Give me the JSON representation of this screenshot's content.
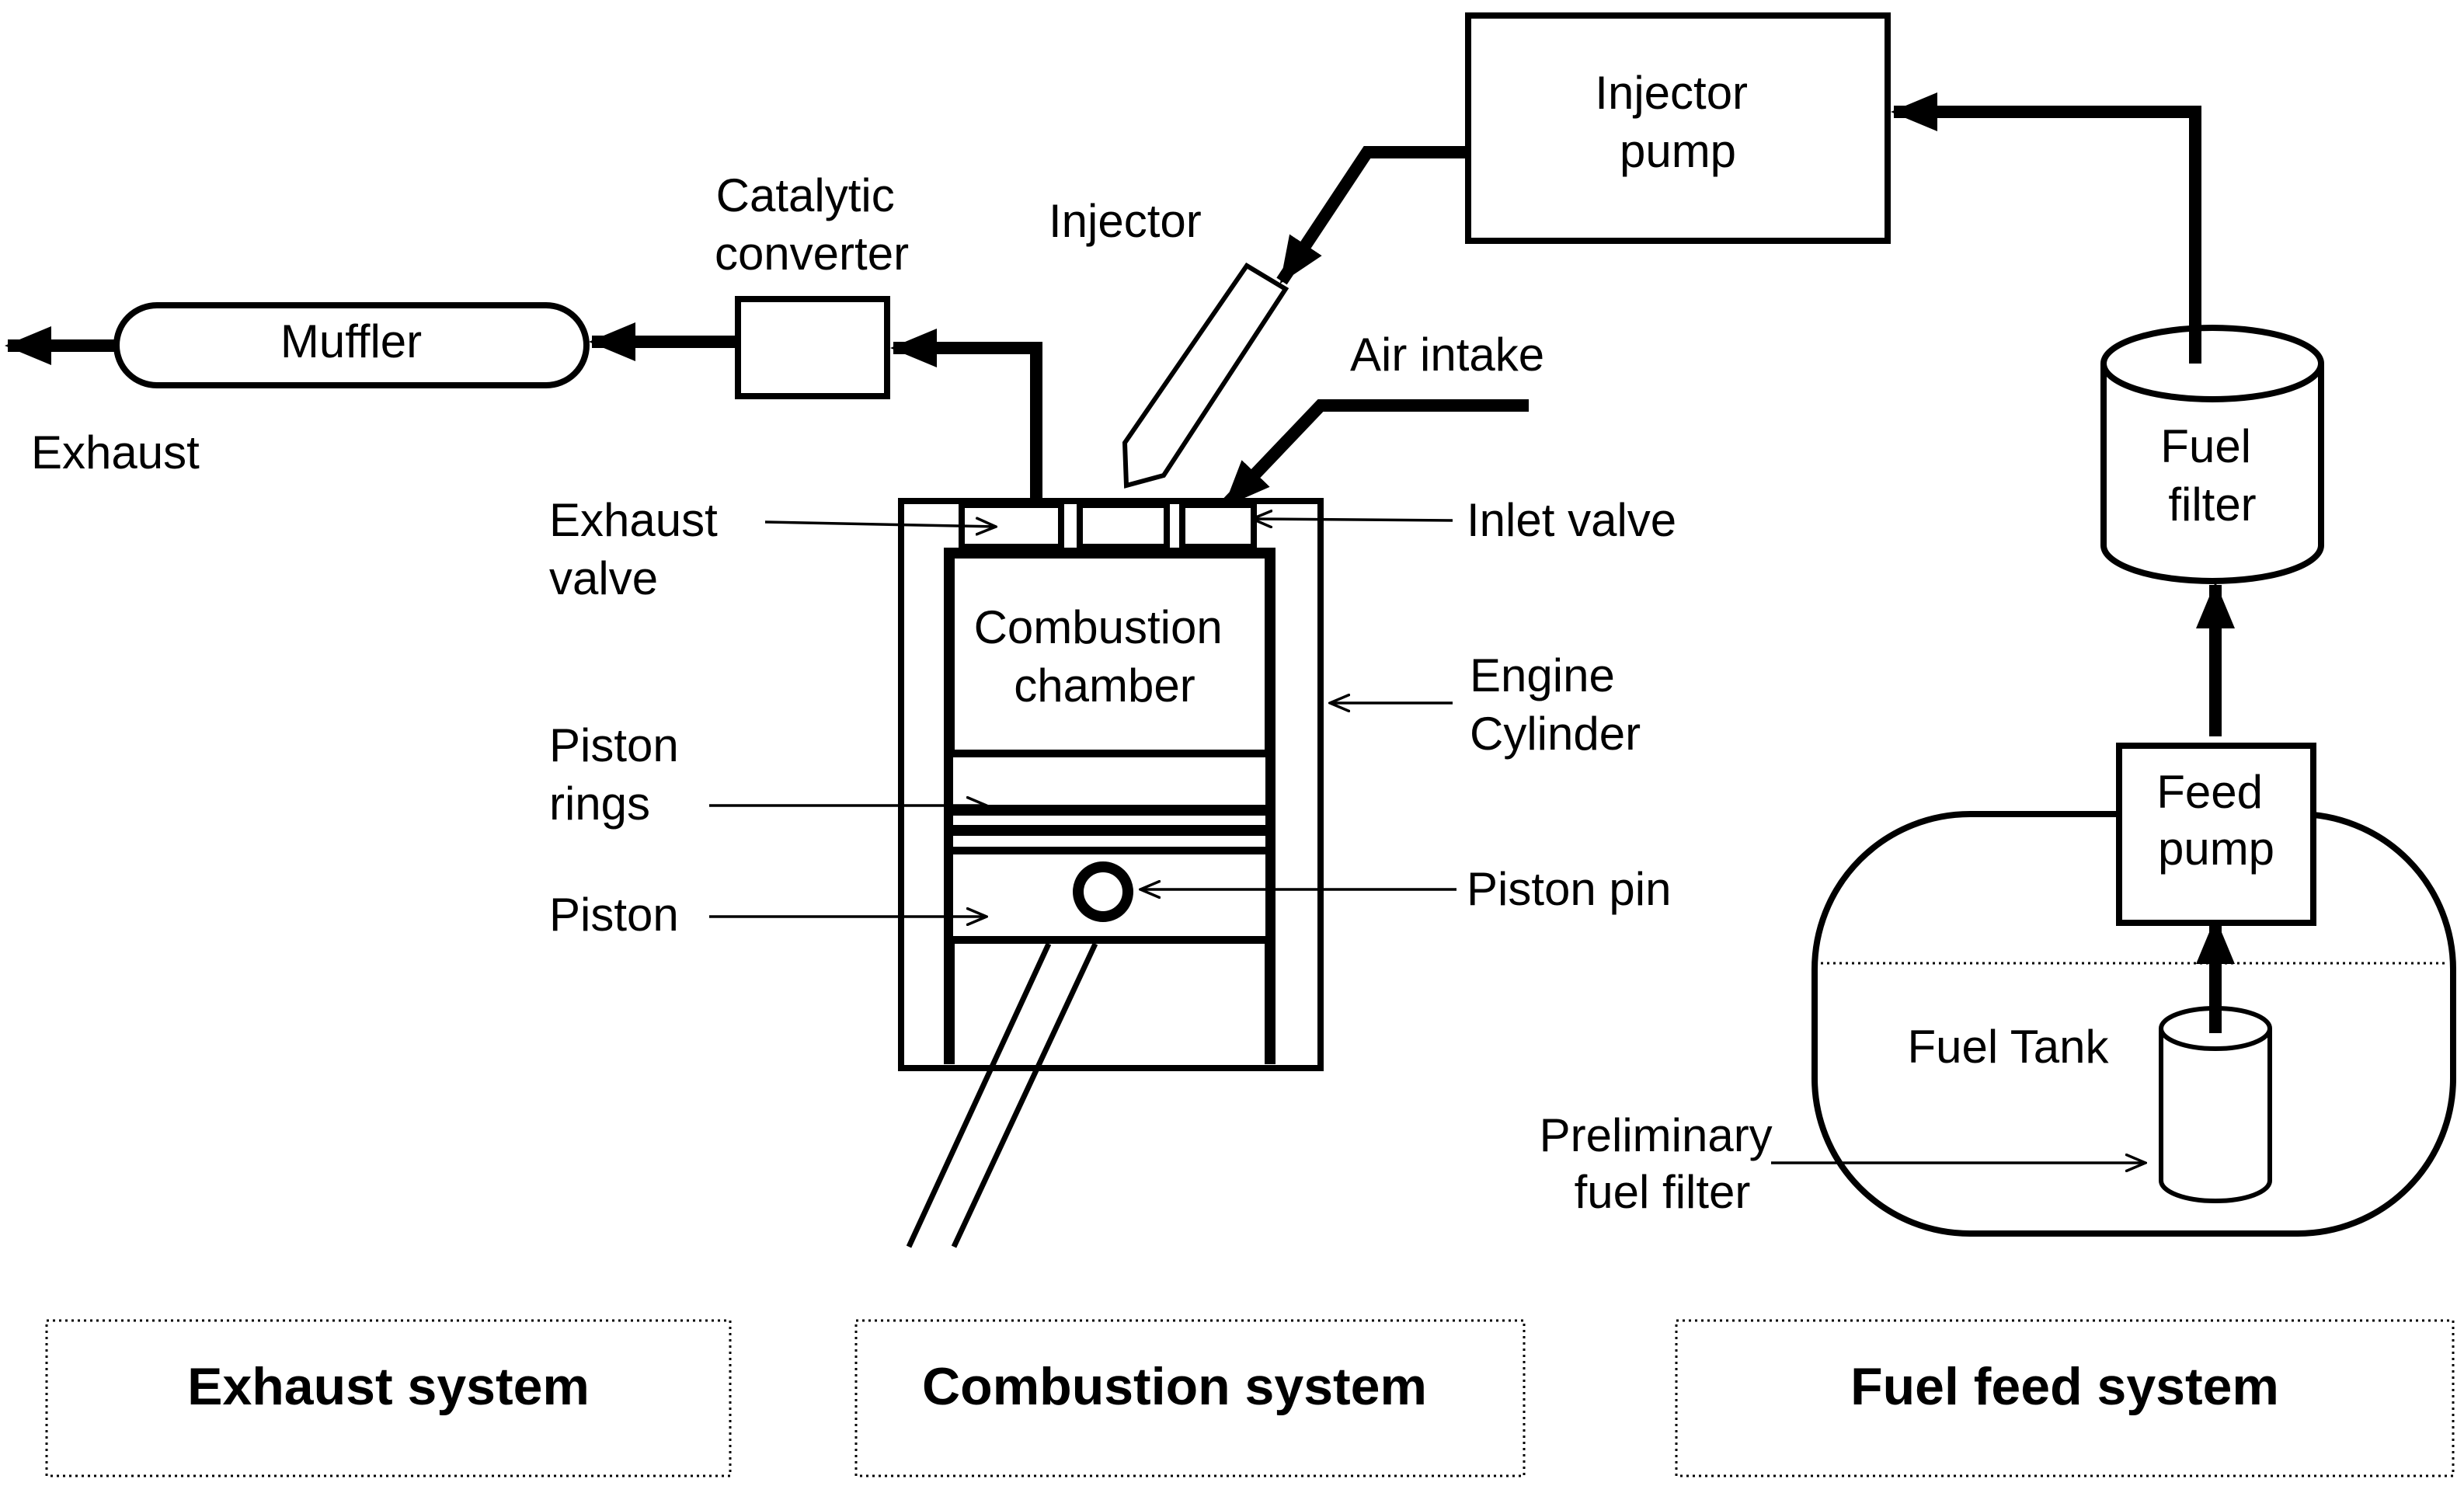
{
  "labels": {
    "injector_pump": [
      "Injector",
      "pump"
    ],
    "injector": "Injector",
    "catalytic_converter": [
      "Catalytic",
      "converter"
    ],
    "muffler": "Muffler",
    "exhaust": "Exhaust",
    "air_intake": "Air intake",
    "exhaust_valve": [
      "Exhaust",
      "valve"
    ],
    "inlet_valve": "Inlet valve",
    "combustion_chamber": [
      "Combustion",
      "chamber"
    ],
    "engine_cylinder": [
      "Engine",
      "Cylinder"
    ],
    "piston_rings": [
      "Piston",
      "rings"
    ],
    "piston": "Piston",
    "piston_pin": "Piston pin",
    "fuel_filter": [
      "Fuel",
      "filter"
    ],
    "feed_pump": [
      "Feed",
      "pump"
    ],
    "fuel_tank": "Fuel Tank",
    "preliminary_fuel_filter": [
      "Preliminary",
      "fuel filter"
    ]
  },
  "systems": {
    "exhaust": "Exhaust system",
    "combustion": "Combustion system",
    "fuel_feed": "Fuel feed system"
  }
}
